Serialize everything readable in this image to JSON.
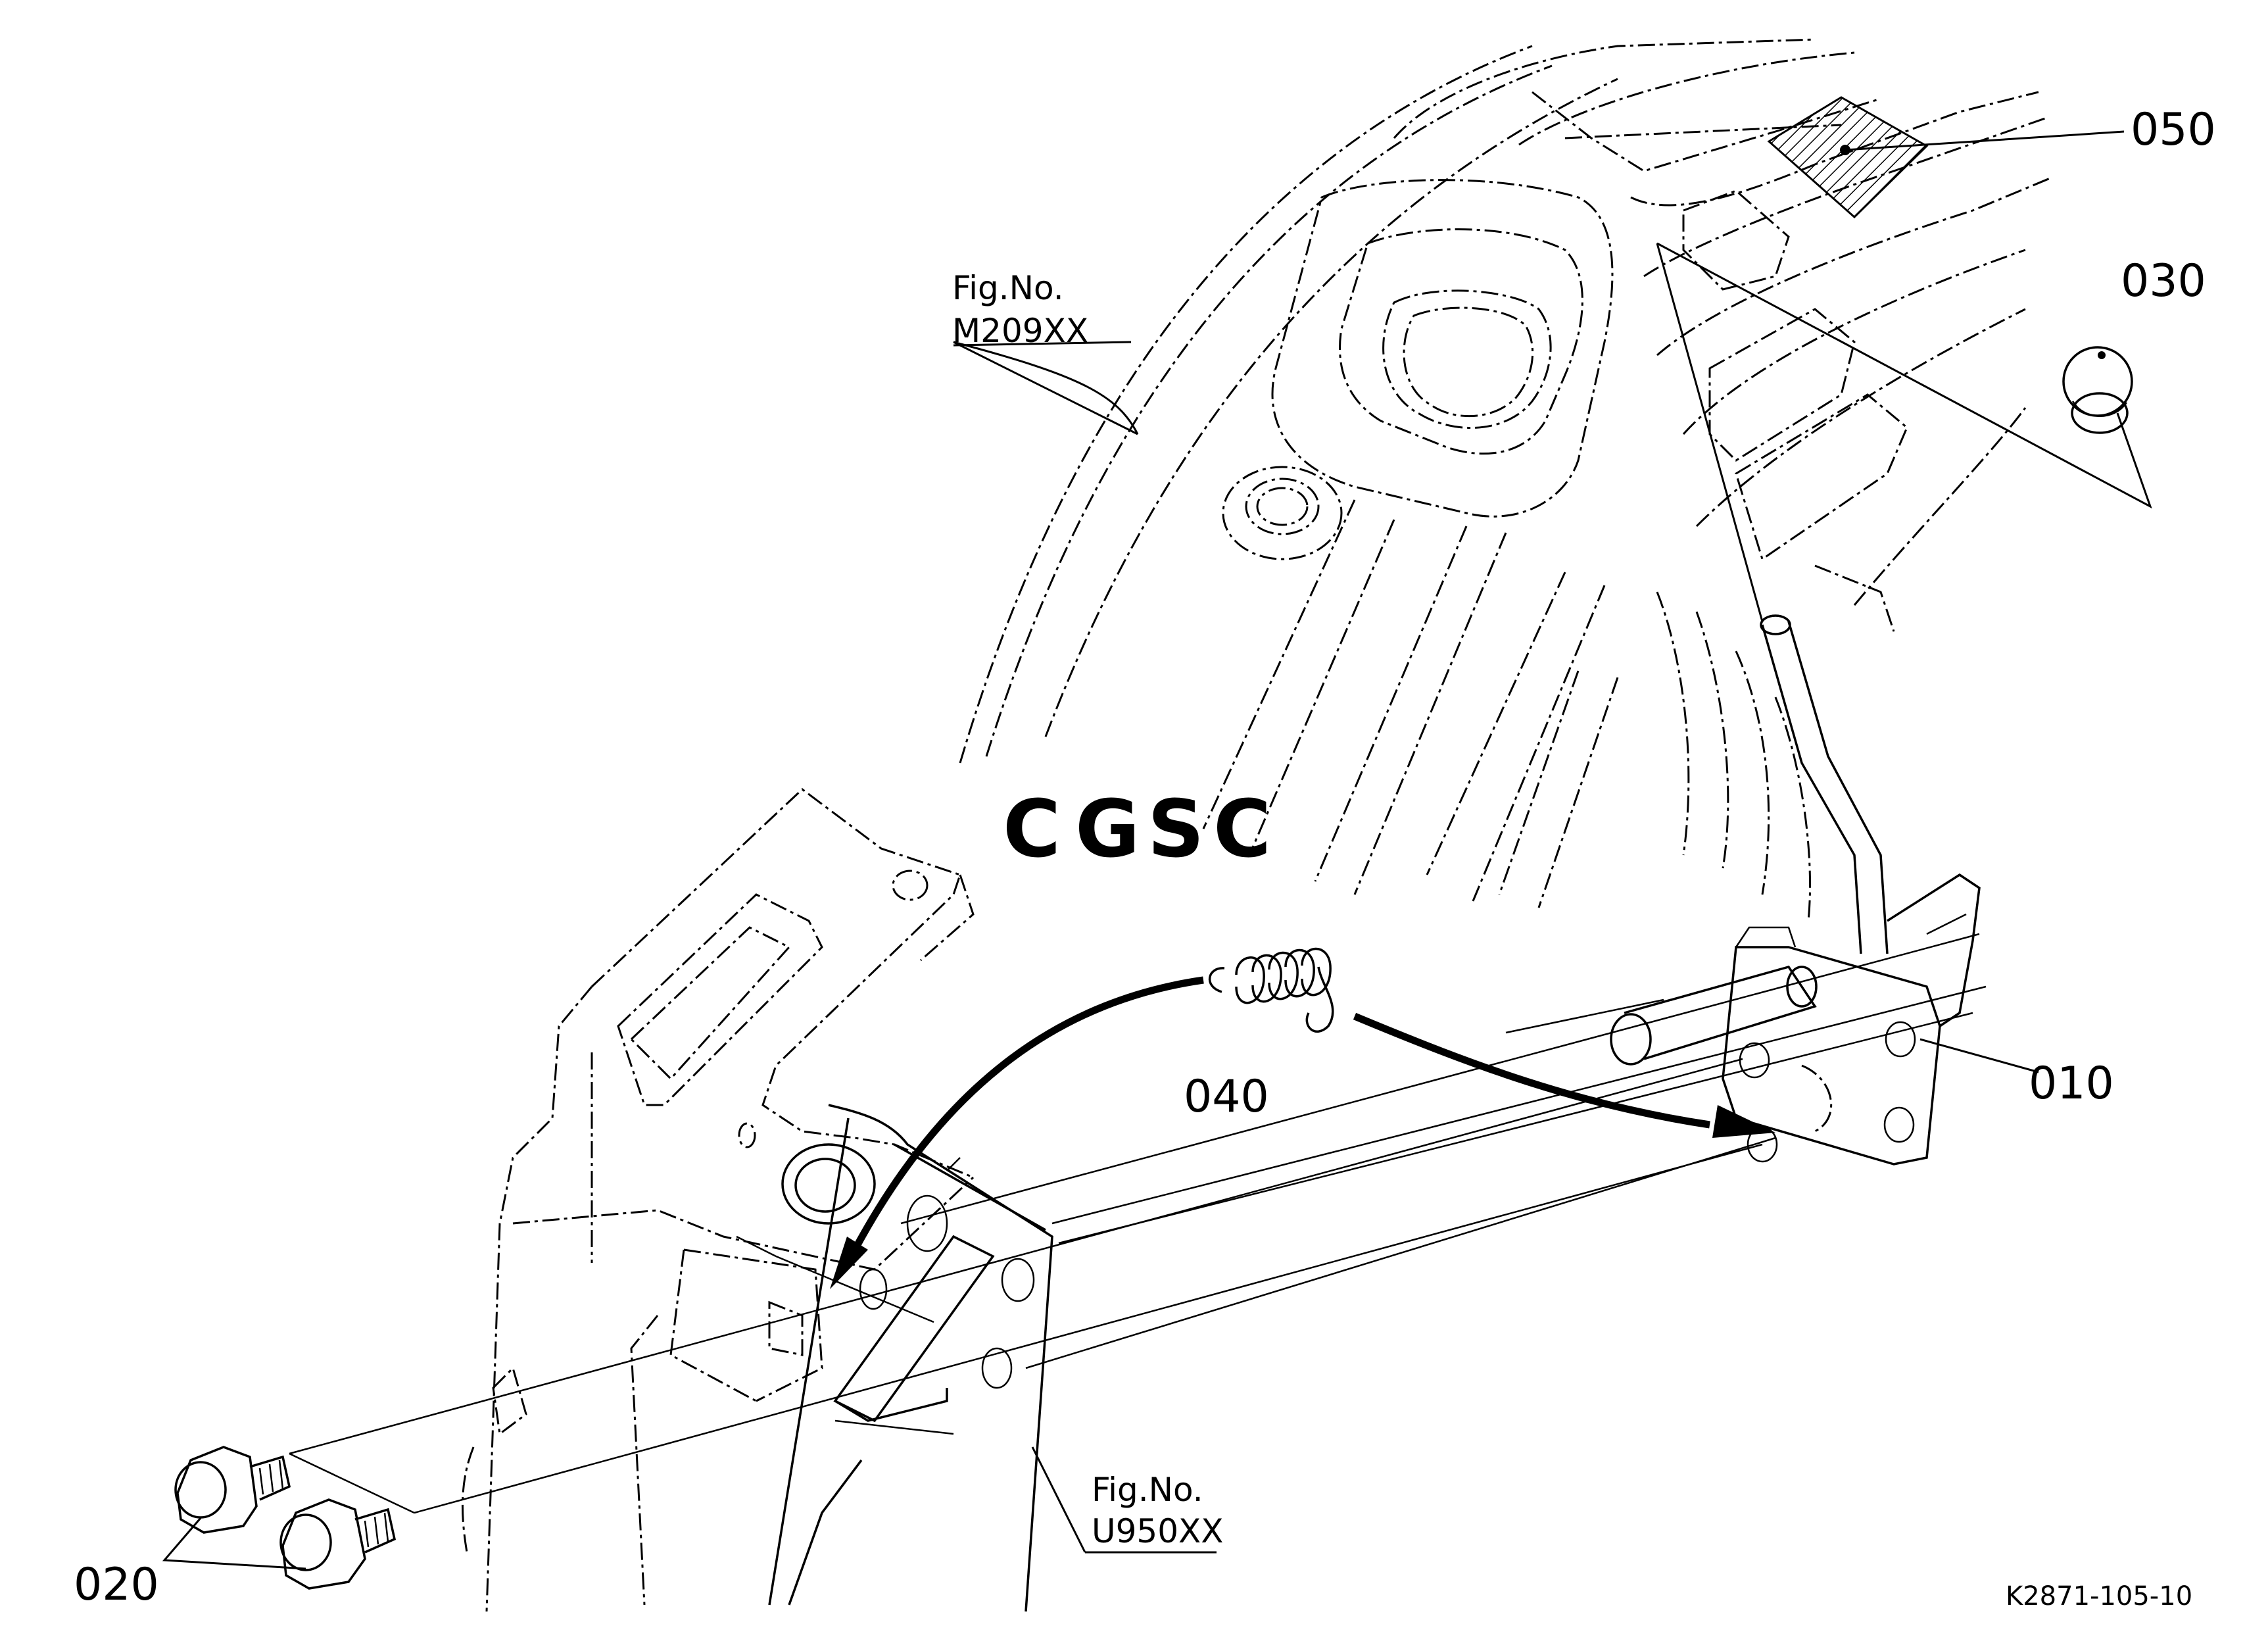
{
  "parts": [
    {
      "id": "010",
      "label": "010"
    },
    {
      "id": "020",
      "label": "020"
    },
    {
      "id": "030",
      "label": "030"
    },
    {
      "id": "040",
      "label": "040"
    },
    {
      "id": "050",
      "label": "050"
    }
  ],
  "figure_refs": [
    {
      "fig": "Fig.No.",
      "number": "M209XX"
    },
    {
      "fig": "Fig.No.",
      "number": "U950XX"
    }
  ],
  "watermark": "CGSC",
  "watermark_colors": [
    "#6a9be8",
    "#ef8a80",
    "#f5d65a",
    "#66b985"
  ],
  "drawing_code": "K2871-105-10"
}
